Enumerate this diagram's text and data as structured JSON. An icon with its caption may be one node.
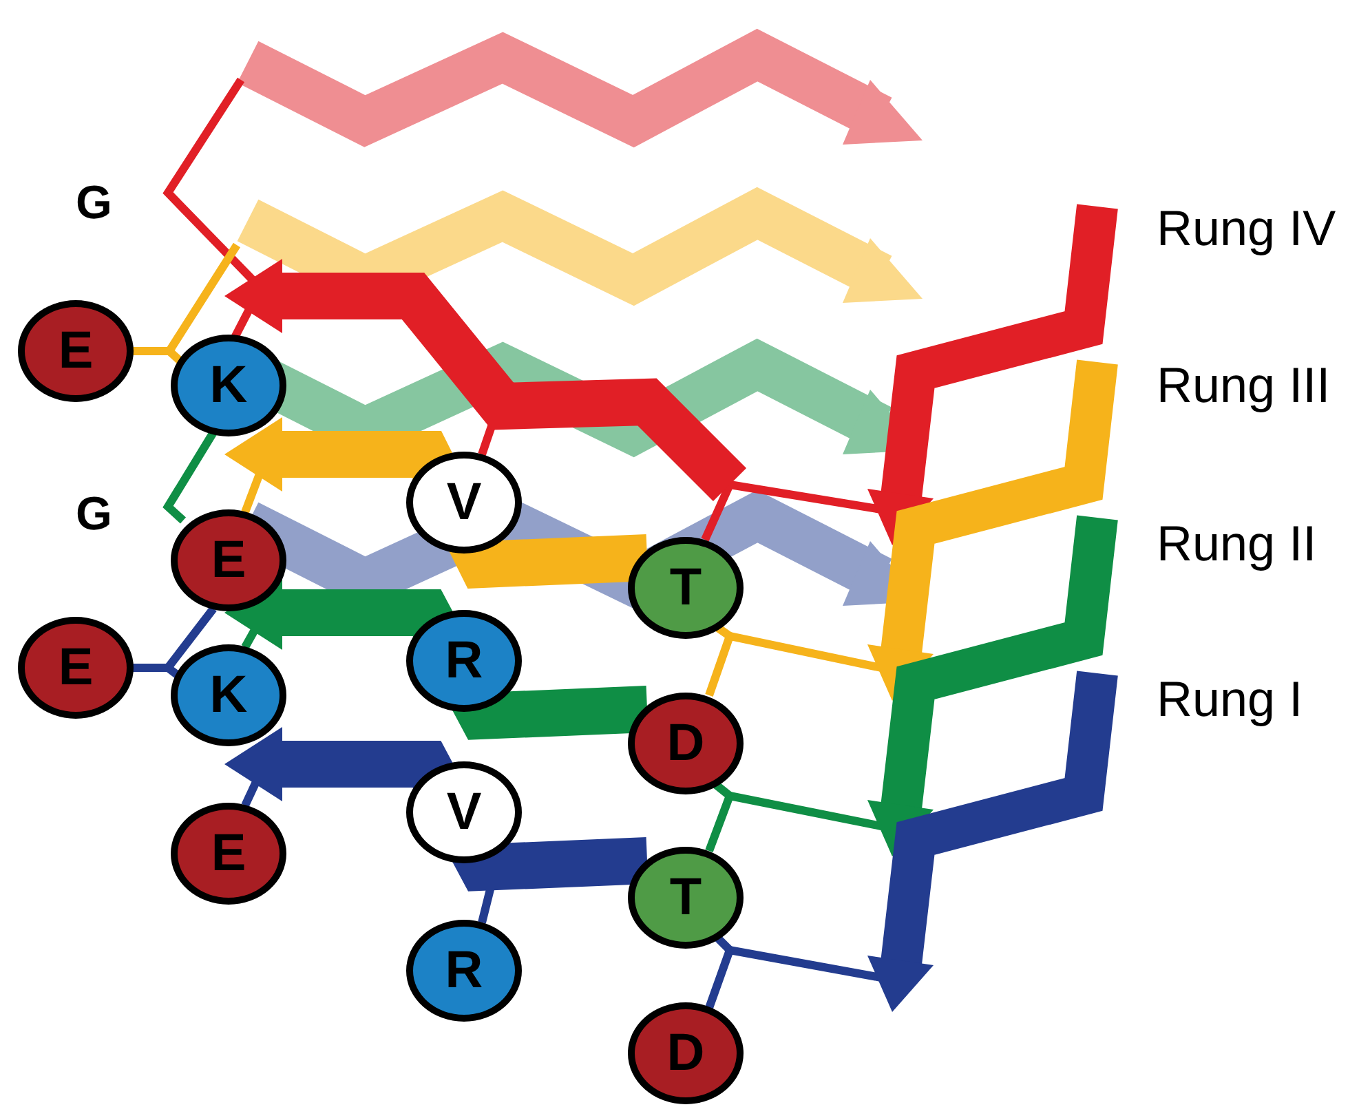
{
  "diagram": {
    "nodes": [
      {
        "text": [
          "E"
        ]
      },
      {
        "text": [
          "K"
        ]
      },
      {
        "text": [
          "E"
        ]
      },
      {
        "text": [
          "V"
        ]
      },
      {
        "text": [
          "T"
        ]
      },
      {
        "text": [
          "E"
        ]
      },
      {
        "text": [
          "K"
        ]
      },
      {
        "text": [
          "R"
        ]
      },
      {
        "text": [
          "D"
        ]
      },
      {
        "text": [
          "E"
        ]
      },
      {
        "text": [
          "V"
        ]
      },
      {
        "text": [
          "T"
        ]
      },
      {
        "text": [
          "R"
        ]
      },
      {
        "text": [
          "D"
        ]
      }
    ],
    "labels": [
      "G",
      "Rung IV",
      "Rung III",
      "G",
      "Rung II",
      "Rung I"
    ]
  }
}
